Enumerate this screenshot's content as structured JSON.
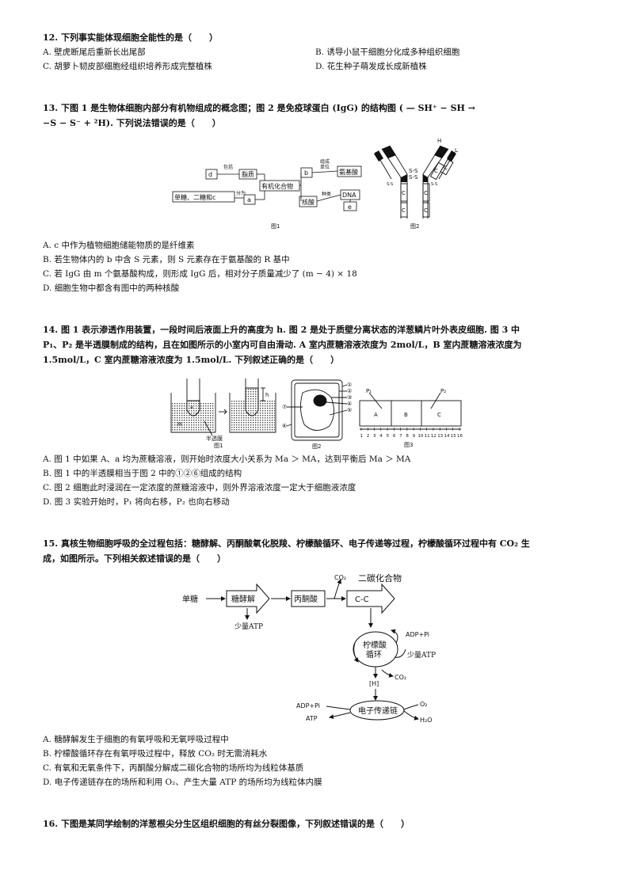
{
  "q12": {
    "stem": "12. 下列事实能体现细胞全能性的是（　　）",
    "A": "A. 壁虎断尾后重新长出尾部",
    "B": "B. 诱导小鼠干细胞分化成多种组织细胞",
    "C": "C. 胡萝卜韧皮部细胞经组织培养形成完整植株",
    "D": "D. 花生种子萌发成长成新植株"
  },
  "q13": {
    "stem1": "13. 下图 1 是生物体细胞内部分有机物组成的概念图；图 2 是免疫球蛋白 (IgG) 的结构图 ( — SH⁺ − SH →",
    "stem2": "−S − S⁻ + ²H). 下列说法错误的是（　　）",
    "fig1": {
      "d": "d",
      "baohan": "包括",
      "zhizhi": "脂质",
      "b": "b",
      "zucheng": "组成",
      "danwei": "单位",
      "anjisuan": "氨基酸",
      "youji": "有机化合物",
      "dantang": "单糖、二糖和c",
      "fenwei": "分为",
      "a": "a",
      "zhonglei": "种类",
      "hesuan": "核酸",
      "dna": "DNA",
      "e": "e",
      "caption": "图1"
    },
    "fig2": {
      "H": "H",
      "L": "L",
      "C": "C",
      "ss": "S-S",
      "caption": "图2"
    },
    "A": "A. c 中作为植物细胞储能物质的是纤维素",
    "B": "B. 若生物体内的 b 中含 S 元素，则 S 元素存在于氨基酸的 R 基中",
    "C": "C. 若 IgG 由 m 个氨基酸构成，则形成 IgG 后，相对分子质量减少了 (m − 4) × 18",
    "D": "D. 细胞生物中都含有图中的两种核酸"
  },
  "q14": {
    "stem1": "14. 图 1 表示渗透作用装置，一段时间后液面上升的高度为 h. 图 2 是处于质壁分离状态的洋葱鳞片叶外表皮细胞. 图 3 中",
    "stem2": "P₁、P₂ 是半透膜制成的结构，且在如图所示的小室内可自由滑动. A 室内蔗糖溶液浓度为 2mol/L，B 室内蔗糖溶液浓度为",
    "stem3": "1.5mol/L，C 室内蔗糖溶液浓度为 1.5mol/L. 下列叙述正确的是（　　）",
    "fig1": {
      "h": "h",
      "membrane": "半透膜",
      "caption": "图1",
      "M": "M",
      "a": "a"
    },
    "fig2": {
      "n1": "①",
      "n2": "②",
      "n3": "③",
      "n4": "④",
      "n5": "⑤",
      "n6": "⑥",
      "n7": "⑦",
      "caption": "图2"
    },
    "fig3": {
      "P1": "P₁",
      "P2": "P₂",
      "A": "A",
      "B": "B",
      "C": "C",
      "ticks": [
        "1",
        "2",
        "3",
        "4",
        "5",
        "6",
        "7",
        "8",
        "9",
        "10",
        "11",
        "12",
        "13",
        "14",
        "15",
        "16"
      ],
      "caption": "图3"
    },
    "A": "A. 图 1 中如果 A、a 均为蔗糖溶液，则开始时浓度大小关系为 Ma ＞ MA，达到平衡后 Ma ＞ MA",
    "B": "B. 图 1 中的半透膜相当于图 2 中的①②⑥组成的结构",
    "C": "C. 图 2 细胞此时浸润在一定浓度的蔗糖溶液中，则外界溶液浓度一定大于细胞液浓度",
    "D": "D. 图 3 实验开始时，P₁ 将向右移，P₂ 也向右移动"
  },
  "q15": {
    "stem1": "15. 真核生物细胞呼吸的全过程包括：糖酵解、丙酮酸氧化脱羧、柠檬酸循环、电子传递等过程，柠檬酸循环过程中有 CO₂ 生",
    "stem2": "成，如图所示。下列相关叙述错误的是（　　）",
    "fig": {
      "dantang": "单糖",
      "tangjiaojie": "糖酵解",
      "bingtongsuan": "丙酮酸",
      "co2": "CO₂",
      "ertan": "二碳化合物",
      "cc": "C-C",
      "shaoliang": "少量ATP",
      "ningmeng1": "柠檬酸",
      "ningmeng2": "循环",
      "adppi": "ADP+Pi",
      "shaoliang2": "少量ATP",
      "h": "[H]",
      "co2b": "CO₂",
      "adppi2": "ADP+Pi",
      "atp": "ATP",
      "dianzi": "电子传递链",
      "o2": "O₂",
      "h2o": "H₂O"
    },
    "A": "A. 糖酵解发生于细胞的有氧呼吸和无氧呼吸过程中",
    "B": "B. 柠檬酸循环存在有氧呼吸过程中，释放 CO₂ 时无需消耗水",
    "C": "C. 有氧和无氧条件下，丙酮酸分解成二碳化合物的场所均为线粒体基质",
    "D": "D. 电子传递链存在的场所和利用 O₂、产生大量 ATP 的场所均为线粒体内膜"
  },
  "q16": {
    "stem": "16. 下图是某同学绘制的洋葱根尖分生区组织细胞的有丝分裂图像，下列叙述错误的是（　　）"
  }
}
